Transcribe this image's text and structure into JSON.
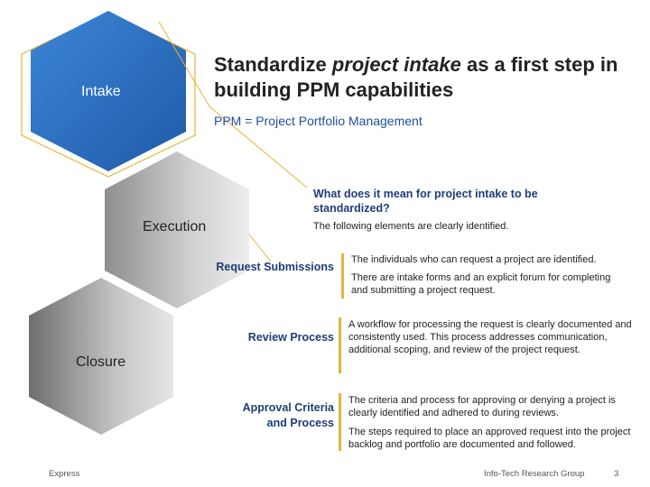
{
  "hexagons": {
    "intake": "Intake",
    "execution": "Execution",
    "closure": "Closure"
  },
  "header": {
    "title_pre": "Standardize ",
    "title_em": "project intake",
    "title_post": " as a first step in building PPM capabilities",
    "subtitle": "PPM = Project Portfolio Management"
  },
  "question": {
    "title": "What does it mean for project intake to be standardized?",
    "subtitle": "The following elements are clearly identified."
  },
  "rows": [
    {
      "label": "Request Submissions",
      "items": [
        "The individuals who can request a project are identified.",
        "There are intake forms and an explicit forum for completing and submitting a project request."
      ]
    },
    {
      "label": "Review Process",
      "items": [
        "A workflow for processing the request is clearly documented and consistently used. This process addresses communication, additional scoping, and review of the project request."
      ]
    },
    {
      "label": "Approval Criteria and Process",
      "items": [
        "The criteria and process for approving or denying a project is clearly identified and adhered to during reviews.",
        "The steps required to place an approved request into the project backlog and portfolio are documented and followed."
      ]
    }
  ],
  "footer": {
    "left": "Express",
    "org": "Info-Tech Research Group",
    "page": "3"
  },
  "colors": {
    "intake_blue": "#2a6fbd",
    "accent_gold": "#e6b43c",
    "heading_blue": "#1f3d7a"
  }
}
